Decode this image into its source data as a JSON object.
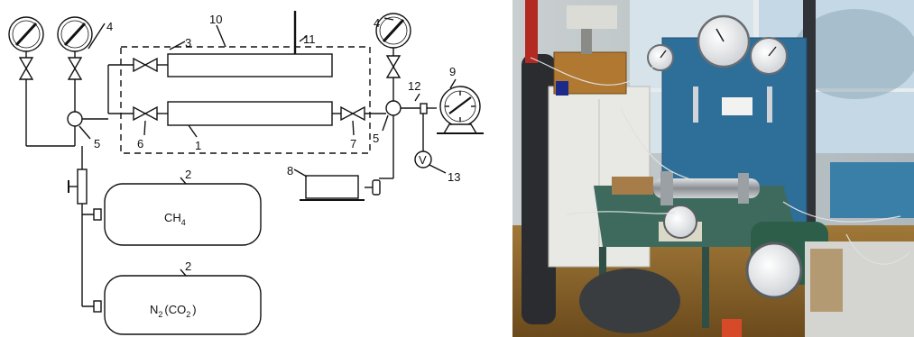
{
  "schematic": {
    "labels": {
      "l1": "1",
      "l2a": "2",
      "l2b": "2",
      "l3": "3",
      "l4a": "4",
      "l4b": "4",
      "l5a": "5",
      "l5b": "5",
      "l6": "6",
      "l7": "7",
      "l8": "8",
      "l9": "9",
      "l10": "10",
      "l11": "11",
      "l12": "12",
      "l13": "13"
    },
    "voltmeter_symbol": "V",
    "tank_ch4": {
      "main": "CH",
      "sub": "4"
    },
    "tank_n2": {
      "a": "N",
      "a_sub": "2",
      "b": "(CO",
      "b_sub": "2",
      "c": ")"
    }
  },
  "photo": {}
}
